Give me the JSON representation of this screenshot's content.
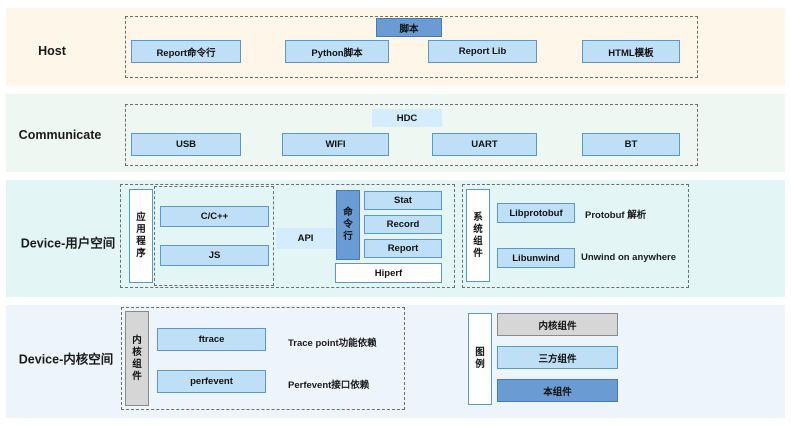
{
  "host": {
    "label": "Host",
    "title": "脚本",
    "items": [
      "Report命令行",
      "Python脚本",
      "Report Lib",
      "HTML模板"
    ]
  },
  "communicate": {
    "label": "Communicate",
    "title": "HDC",
    "items": [
      "USB",
      "WIFI",
      "UART",
      "BT"
    ]
  },
  "user_space": {
    "label": "Device-用户空间",
    "app_group": [
      "应",
      "用",
      "程",
      "序"
    ],
    "apps": [
      "C/C++",
      "JS"
    ],
    "api": "API",
    "cli_group": [
      "命",
      "令",
      "行"
    ],
    "commands": [
      "Stat",
      "Record",
      "Report"
    ],
    "hiperf": "Hiperf",
    "sys_group": [
      "系",
      "统",
      "组",
      "件"
    ],
    "components": [
      {
        "name": "Libprotobuf",
        "desc": "Protobuf 解析"
      },
      {
        "name": "Libunwind",
        "desc": "Unwind on anywhere"
      }
    ]
  },
  "kernel_space": {
    "label": "Device-内核空间",
    "kernel_group": [
      "内",
      "核",
      "组",
      "件"
    ],
    "components": [
      {
        "name": "ftrace",
        "desc": "Trace point功能依赖"
      },
      {
        "name": "perfevent",
        "desc": "Perfevent接口依赖"
      }
    ],
    "legend": {
      "title": [
        "图",
        "例"
      ],
      "items": [
        "内核组件",
        "三方组件",
        "本组件"
      ]
    }
  },
  "colors": {
    "component_light": "#bfdff6",
    "component_dark": "#6b9bd3",
    "kernel_gray": "#d6d6d6"
  }
}
